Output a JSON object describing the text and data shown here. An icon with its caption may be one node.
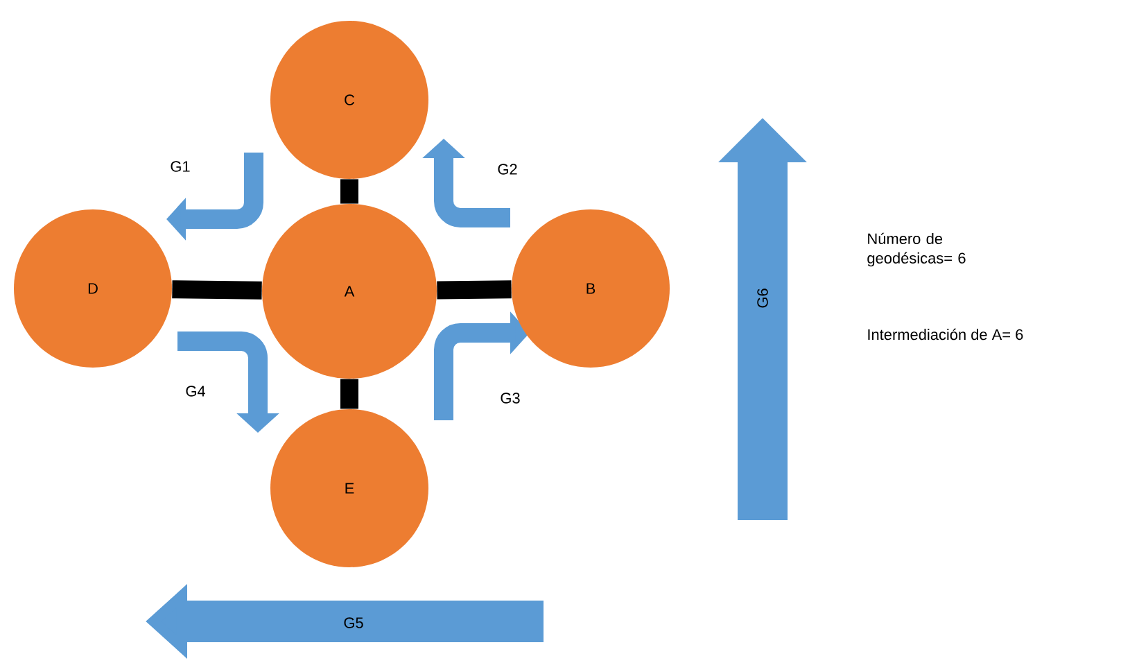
{
  "diagram": {
    "nodes": [
      {
        "text": [
          "C"
        ]
      },
      {
        "text": [
          "D"
        ]
      },
      {
        "text": [
          "A"
        ]
      },
      {
        "text": [
          "B"
        ]
      },
      {
        "text": [
          "E"
        ]
      }
    ],
    "edges": [
      {
        "from": 2,
        "to": 0,
        "arrow": "none"
      },
      {
        "from": 1,
        "to": 2,
        "arrow": "none"
      },
      {
        "from": 2,
        "to": 3,
        "arrow": "none"
      },
      {
        "from": 2,
        "to": 4,
        "arrow": "none"
      }
    ],
    "labels": [
      "G1",
      "G2",
      "G6",
      "Número de geodésicas= 6",
      "Intermediación de A= 6",
      "G4",
      "G3",
      "G5"
    ]
  }
}
